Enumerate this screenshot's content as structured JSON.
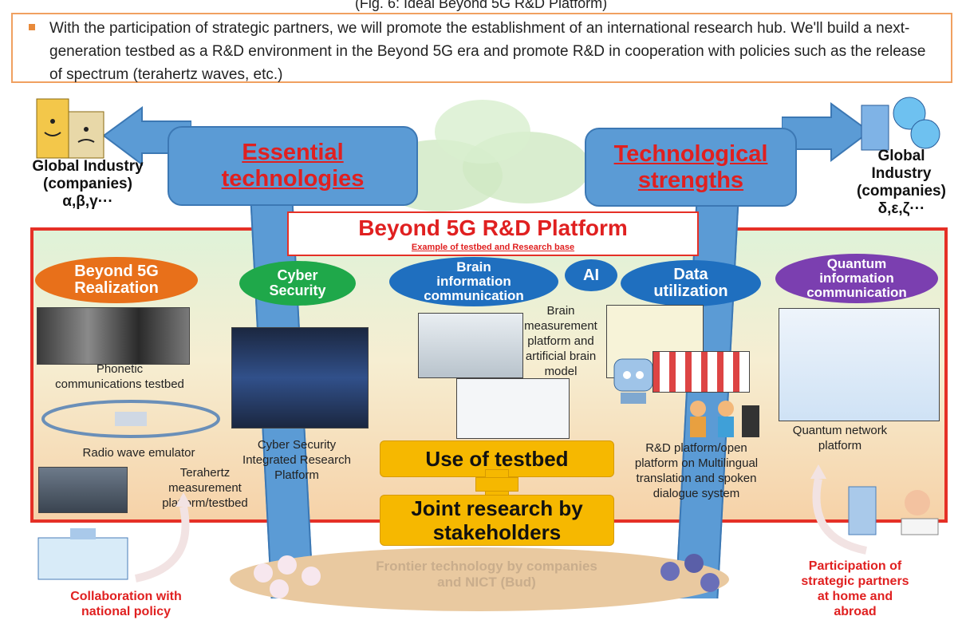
{
  "caption": "(Fig. 6: Ideal Beyond 5G R&D Platform)",
  "intro_text": "With the participation of strategic partners, we will promote the establishment of an international research hub. We'll build a next-generation testbed as a R&D environment in the Beyond 5G era and promote R&D in cooperation with policies such as the release of spectrum (terahertz waves, etc.)",
  "arrows": {
    "left_line1": "Essential",
    "left_line2": "technologies",
    "right_line1": "Technological",
    "right_line2": "strengths"
  },
  "industry_left": {
    "line1": "Global Industry",
    "line2": "(companies)",
    "line3": "α,β,γ···"
  },
  "industry_right": {
    "line1": "Global",
    "line2": "Industry",
    "line3": "(companies)",
    "line4": "δ,ε,ζ···"
  },
  "platform": {
    "title": "Beyond 5G R&D Platform",
    "subtitle": "Example of testbed and Research base"
  },
  "categories": {
    "b5g_line1": "Beyond 5G",
    "b5g_line2": "Realization",
    "cyber_line1": "Cyber",
    "cyber_line2": "Security",
    "brain_line1": "Brain",
    "brain_line2": "information",
    "brain_line3": "communication",
    "ai": "AI",
    "data_line1": "Data",
    "data_line2": "utilization",
    "quantum_line1": "Quantum",
    "quantum_line2": "information",
    "quantum_line3": "communication"
  },
  "labels": {
    "phonetic_1": "Phonetic",
    "phonetic_2": "communications testbed",
    "radio": "Radio wave emulator",
    "thz_1": "Terahertz",
    "thz_2": "measurement",
    "thz_3": "platform/testbed",
    "cyber_1": "Cyber Security",
    "cyber_2": "Integrated Research",
    "cyber_3": "Platform",
    "brain_1": "Brain",
    "brain_2": "measurement",
    "brain_3": "platform and",
    "brain_4": "artificial brain",
    "brain_5": "model",
    "rd_1": "R&D platform/open",
    "rd_2": "platform on Multilingual",
    "rd_3": "translation and spoken",
    "rd_4": "dialogue system",
    "quantum_1": "Quantum network",
    "quantum_2": "platform"
  },
  "banners": {
    "use": "Use of testbed",
    "joint_1": "Joint research by",
    "joint_2": "stakeholders"
  },
  "bud": {
    "line1": "Frontier technology by companies",
    "line2": "and NICT (Bud)"
  },
  "bottom": {
    "left_1": "Collaboration with",
    "left_2": "national policy",
    "right_1": "Participation of",
    "right_2": "strategic partners",
    "right_3": "at home and",
    "right_4": "abroad"
  },
  "colors": {
    "accent_red": "#e02020",
    "arrow_blue": "#5b9bd5",
    "orange_oval": "#e8701a",
    "green_oval": "#1fa84a",
    "blue_oval": "#1f6fbf",
    "purple_oval": "#7b3fb0",
    "banner_yellow": "#f6b800"
  }
}
